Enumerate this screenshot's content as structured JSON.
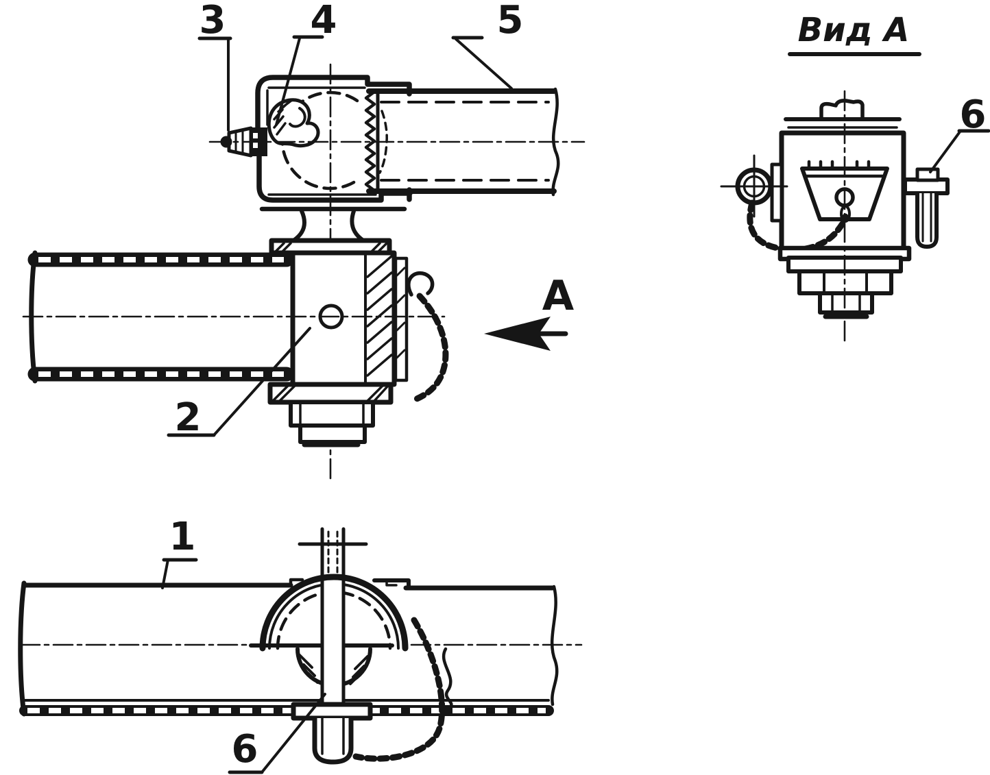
{
  "page": {
    "background": "#ffffff",
    "ink": "#161616"
  },
  "view_a": {
    "title": "Вид А"
  },
  "direction": {
    "letter": "A"
  },
  "callouts": {
    "n1": "1",
    "n2": "2",
    "n3": "3",
    "n4": "4",
    "n5": "5",
    "n6_view": "6",
    "n6_bottom": "6"
  }
}
